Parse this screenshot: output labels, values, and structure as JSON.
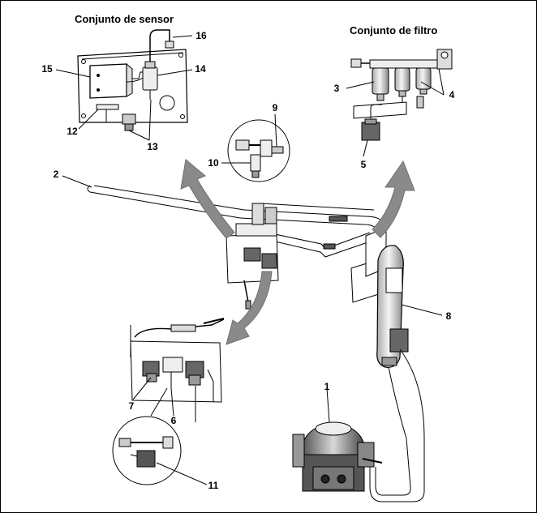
{
  "titles": {
    "sensor": "Conjunto de sensor",
    "filter": "Conjunto de filtro"
  },
  "callouts": {
    "c1": "1",
    "c2": "2",
    "c3": "3",
    "c4": "4",
    "c5": "5",
    "c6": "6",
    "c7": "7",
    "c8": "8",
    "c9": "9",
    "c10": "10",
    "c11": "11",
    "c12": "12",
    "c13": "13",
    "c14": "14",
    "c15": "15",
    "c16": "16"
  },
  "colors": {
    "line": "#000000",
    "arrow": "#8a8a8a",
    "fill": "#ffffff",
    "dark": "#333333"
  }
}
